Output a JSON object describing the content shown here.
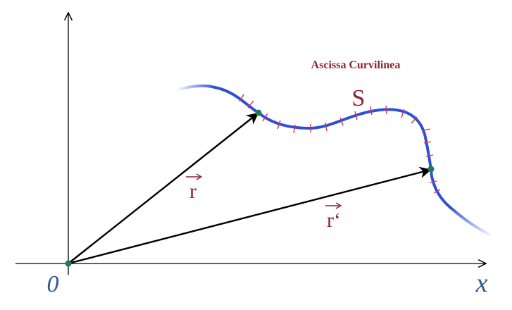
{
  "title": "Ascissa Curvilinea",
  "labels": {
    "curve": "S",
    "vector_r": "r",
    "vector_r_prime": "r‘",
    "origin": "0",
    "x_axis": "x"
  },
  "colors": {
    "curve": "#2f4fd6",
    "title": "#8b2331",
    "vector_label": "#8b2331",
    "ticks": "#e03040",
    "points": "#1f7a5a",
    "axes": "#000000",
    "axis_labels": "#2f5a86"
  }
}
